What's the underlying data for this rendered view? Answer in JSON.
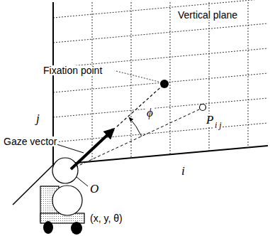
{
  "diagram": {
    "labels": [
      "Vertical plane",
      "Fixation point",
      "j",
      "Gaze vector",
      "ϕ",
      "P",
      "i j",
      "O",
      "i",
      "(x, y, θ)"
    ]
  }
}
